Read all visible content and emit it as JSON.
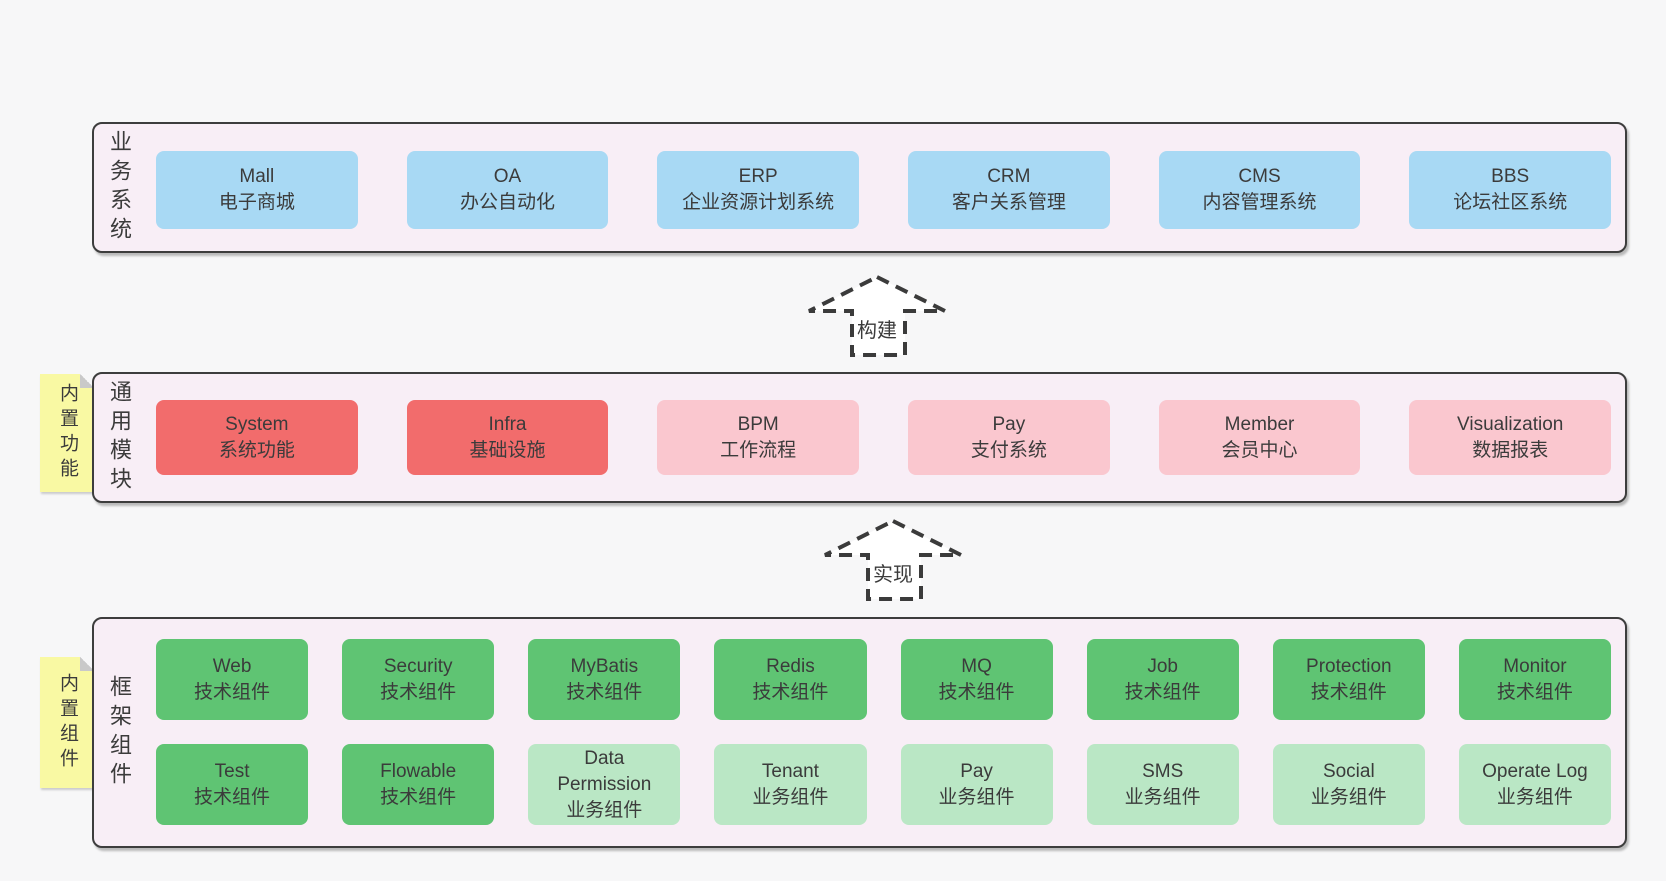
{
  "colors": {
    "page_bg": "#f7f7f8",
    "panel_bg": "#f8eef6",
    "panel_border": "#3d3d3d",
    "blue": "#a8d9f4",
    "red": "#f26c6c",
    "pink": "#fac7cf",
    "green_dark": "#5fc473",
    "green_light": "#bae7c5",
    "sticky_bg": "#f9f9a3",
    "sticky_fold": "#c9c9c9",
    "text": "#3b3b3b"
  },
  "arrows": [
    {
      "id": "build",
      "label": "构建"
    },
    {
      "id": "implement",
      "label": "实现"
    }
  ],
  "sections": [
    {
      "id": "business-systems",
      "side_label": "业务系统",
      "rows": [
        [
          {
            "name": "Mall",
            "desc": "电子商城",
            "color": "blue"
          },
          {
            "name": "OA",
            "desc": "办公自动化",
            "color": "blue"
          },
          {
            "name": "ERP",
            "desc": "企业资源计划系统",
            "color": "blue"
          },
          {
            "name": "CRM",
            "desc": "客户关系管理",
            "color": "blue"
          },
          {
            "name": "CMS",
            "desc": "内容管理系统",
            "color": "blue"
          },
          {
            "name": "BBS",
            "desc": "论坛社区系统",
            "color": "blue"
          }
        ]
      ]
    },
    {
      "id": "common-modules",
      "side_label": "通用模块",
      "sticky_label": "内置功能",
      "rows": [
        [
          {
            "name": "System",
            "desc": "系统功能",
            "color": "red"
          },
          {
            "name": "Infra",
            "desc": "基础设施",
            "color": "red"
          },
          {
            "name": "BPM",
            "desc": "工作流程",
            "color": "pink"
          },
          {
            "name": "Pay",
            "desc": "支付系统",
            "color": "pink"
          },
          {
            "name": "Member",
            "desc": "会员中心",
            "color": "pink"
          },
          {
            "name": "Visualization",
            "desc": "数据报表",
            "color": "pink"
          }
        ]
      ]
    },
    {
      "id": "framework-components",
      "side_label": "框架组件",
      "sticky_label": "内置组件",
      "rows": [
        [
          {
            "name": "Web",
            "desc": "技术组件",
            "color": "green_dark"
          },
          {
            "name": "Security",
            "desc": "技术组件",
            "color": "green_dark"
          },
          {
            "name": "MyBatis",
            "desc": "技术组件",
            "color": "green_dark"
          },
          {
            "name": "Redis",
            "desc": "技术组件",
            "color": "green_dark"
          },
          {
            "name": "MQ",
            "desc": "技术组件",
            "color": "green_dark"
          },
          {
            "name": "Job",
            "desc": "技术组件",
            "color": "green_dark"
          },
          {
            "name": "Protection",
            "desc": "技术组件",
            "color": "green_dark"
          },
          {
            "name": "Monitor",
            "desc": "技术组件",
            "color": "green_dark"
          }
        ],
        [
          {
            "name": "Test",
            "desc": "技术组件",
            "color": "green_dark"
          },
          {
            "name": "Flowable",
            "desc": "技术组件",
            "color": "green_dark"
          },
          {
            "name": "Data Permission",
            "desc": "业务组件",
            "color": "green_light"
          },
          {
            "name": "Tenant",
            "desc": "业务组件",
            "color": "green_light"
          },
          {
            "name": "Pay",
            "desc": "业务组件",
            "color": "green_light"
          },
          {
            "name": "SMS",
            "desc": "业务组件",
            "color": "green_light"
          },
          {
            "name": "Social",
            "desc": "业务组件",
            "color": "green_light"
          },
          {
            "name": "Operate Log",
            "desc": "业务组件",
            "color": "green_light"
          }
        ]
      ]
    }
  ]
}
